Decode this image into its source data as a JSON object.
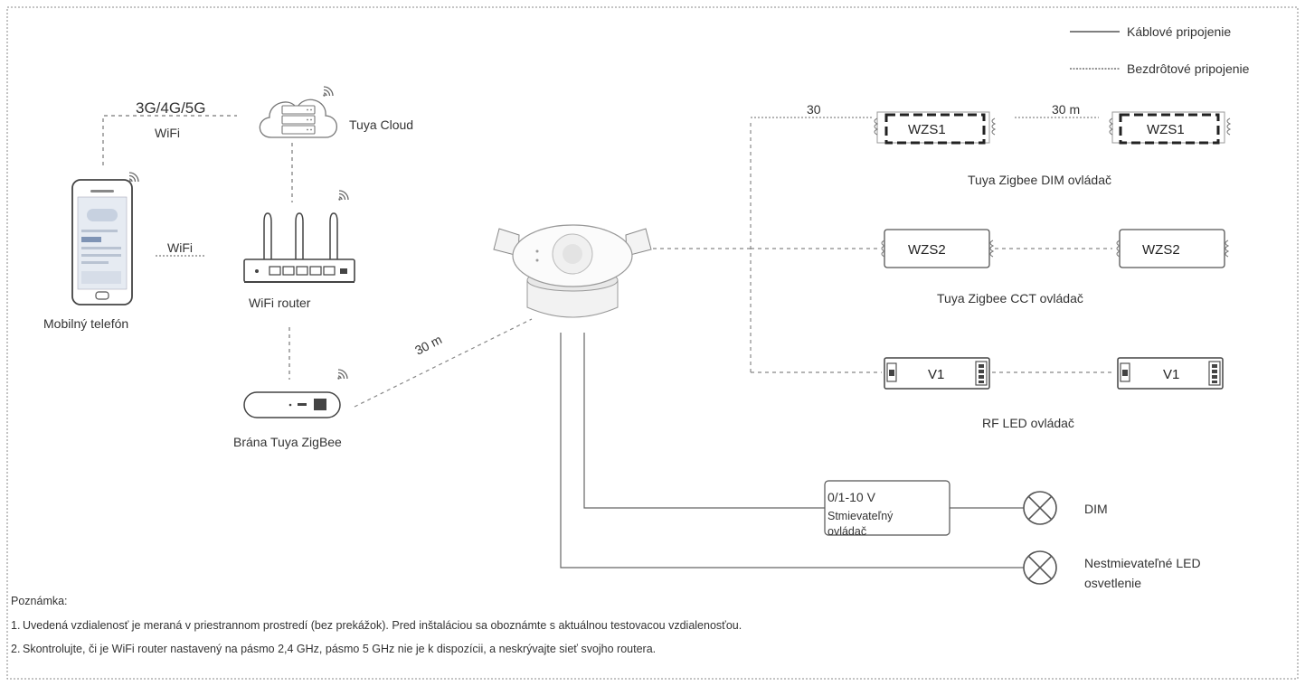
{
  "legend": {
    "wired": "Káblové pripojenie",
    "wireless": "Bezdrôtové pripojenie"
  },
  "labels": {
    "network_top": "3G/4G/5G",
    "network_wifi": "WiFi",
    "cloud": "Tuya Cloud",
    "phone_wifi": "WiFi",
    "phone": "Mobilný telefón",
    "router": "WiFi router",
    "gateway": "Brána Tuya ZigBee",
    "gateway_distance": "30 m",
    "dim_distance_1": "30",
    "dim_distance_2": "30 m"
  },
  "devices": {
    "dim_a": "WZS1",
    "dim_b": "WZS1",
    "dim_group": "Tuya Zigbee DIM ovládač",
    "cct_a": "WZS2",
    "cct_b": "WZS2",
    "cct_group": "Tuya Zigbee CCT ovládač",
    "rf_a": "V1",
    "rf_b": "V1",
    "rf_group": "RF LED ovládač"
  },
  "wired": {
    "dimmer_line1": "0/1-10 V",
    "dimmer_line2": "Stmievateľný",
    "dimmer_line3": "ovládač",
    "lamp_dim": "DIM",
    "lamp_nondim_line1": "Nestmievateľné LED",
    "lamp_nondim_line2": "osvetlenie"
  },
  "notes": {
    "title": "Poznámka:",
    "n1_num": "1.",
    "n1": "Uvedená vzdialenosť je meraná v priestrannom prostredí (bez prekážok). Pred inštaláciou sa oboznámte s aktuálnou testovacou vzdialenosťou.",
    "n2_num": "2.",
    "n2": "Skontrolujte, či je WiFi router nastavený na pásmo 2,4 GHz, pásmo 5 GHz nie je k dispozícii, a neskrývajte sieť svojho routera."
  },
  "icons": [
    "wifi-signal-icon",
    "cloud-server-icon",
    "router-icon",
    "smartphone-icon",
    "gateway-icon",
    "sensor-icon",
    "lamp-icon"
  ]
}
